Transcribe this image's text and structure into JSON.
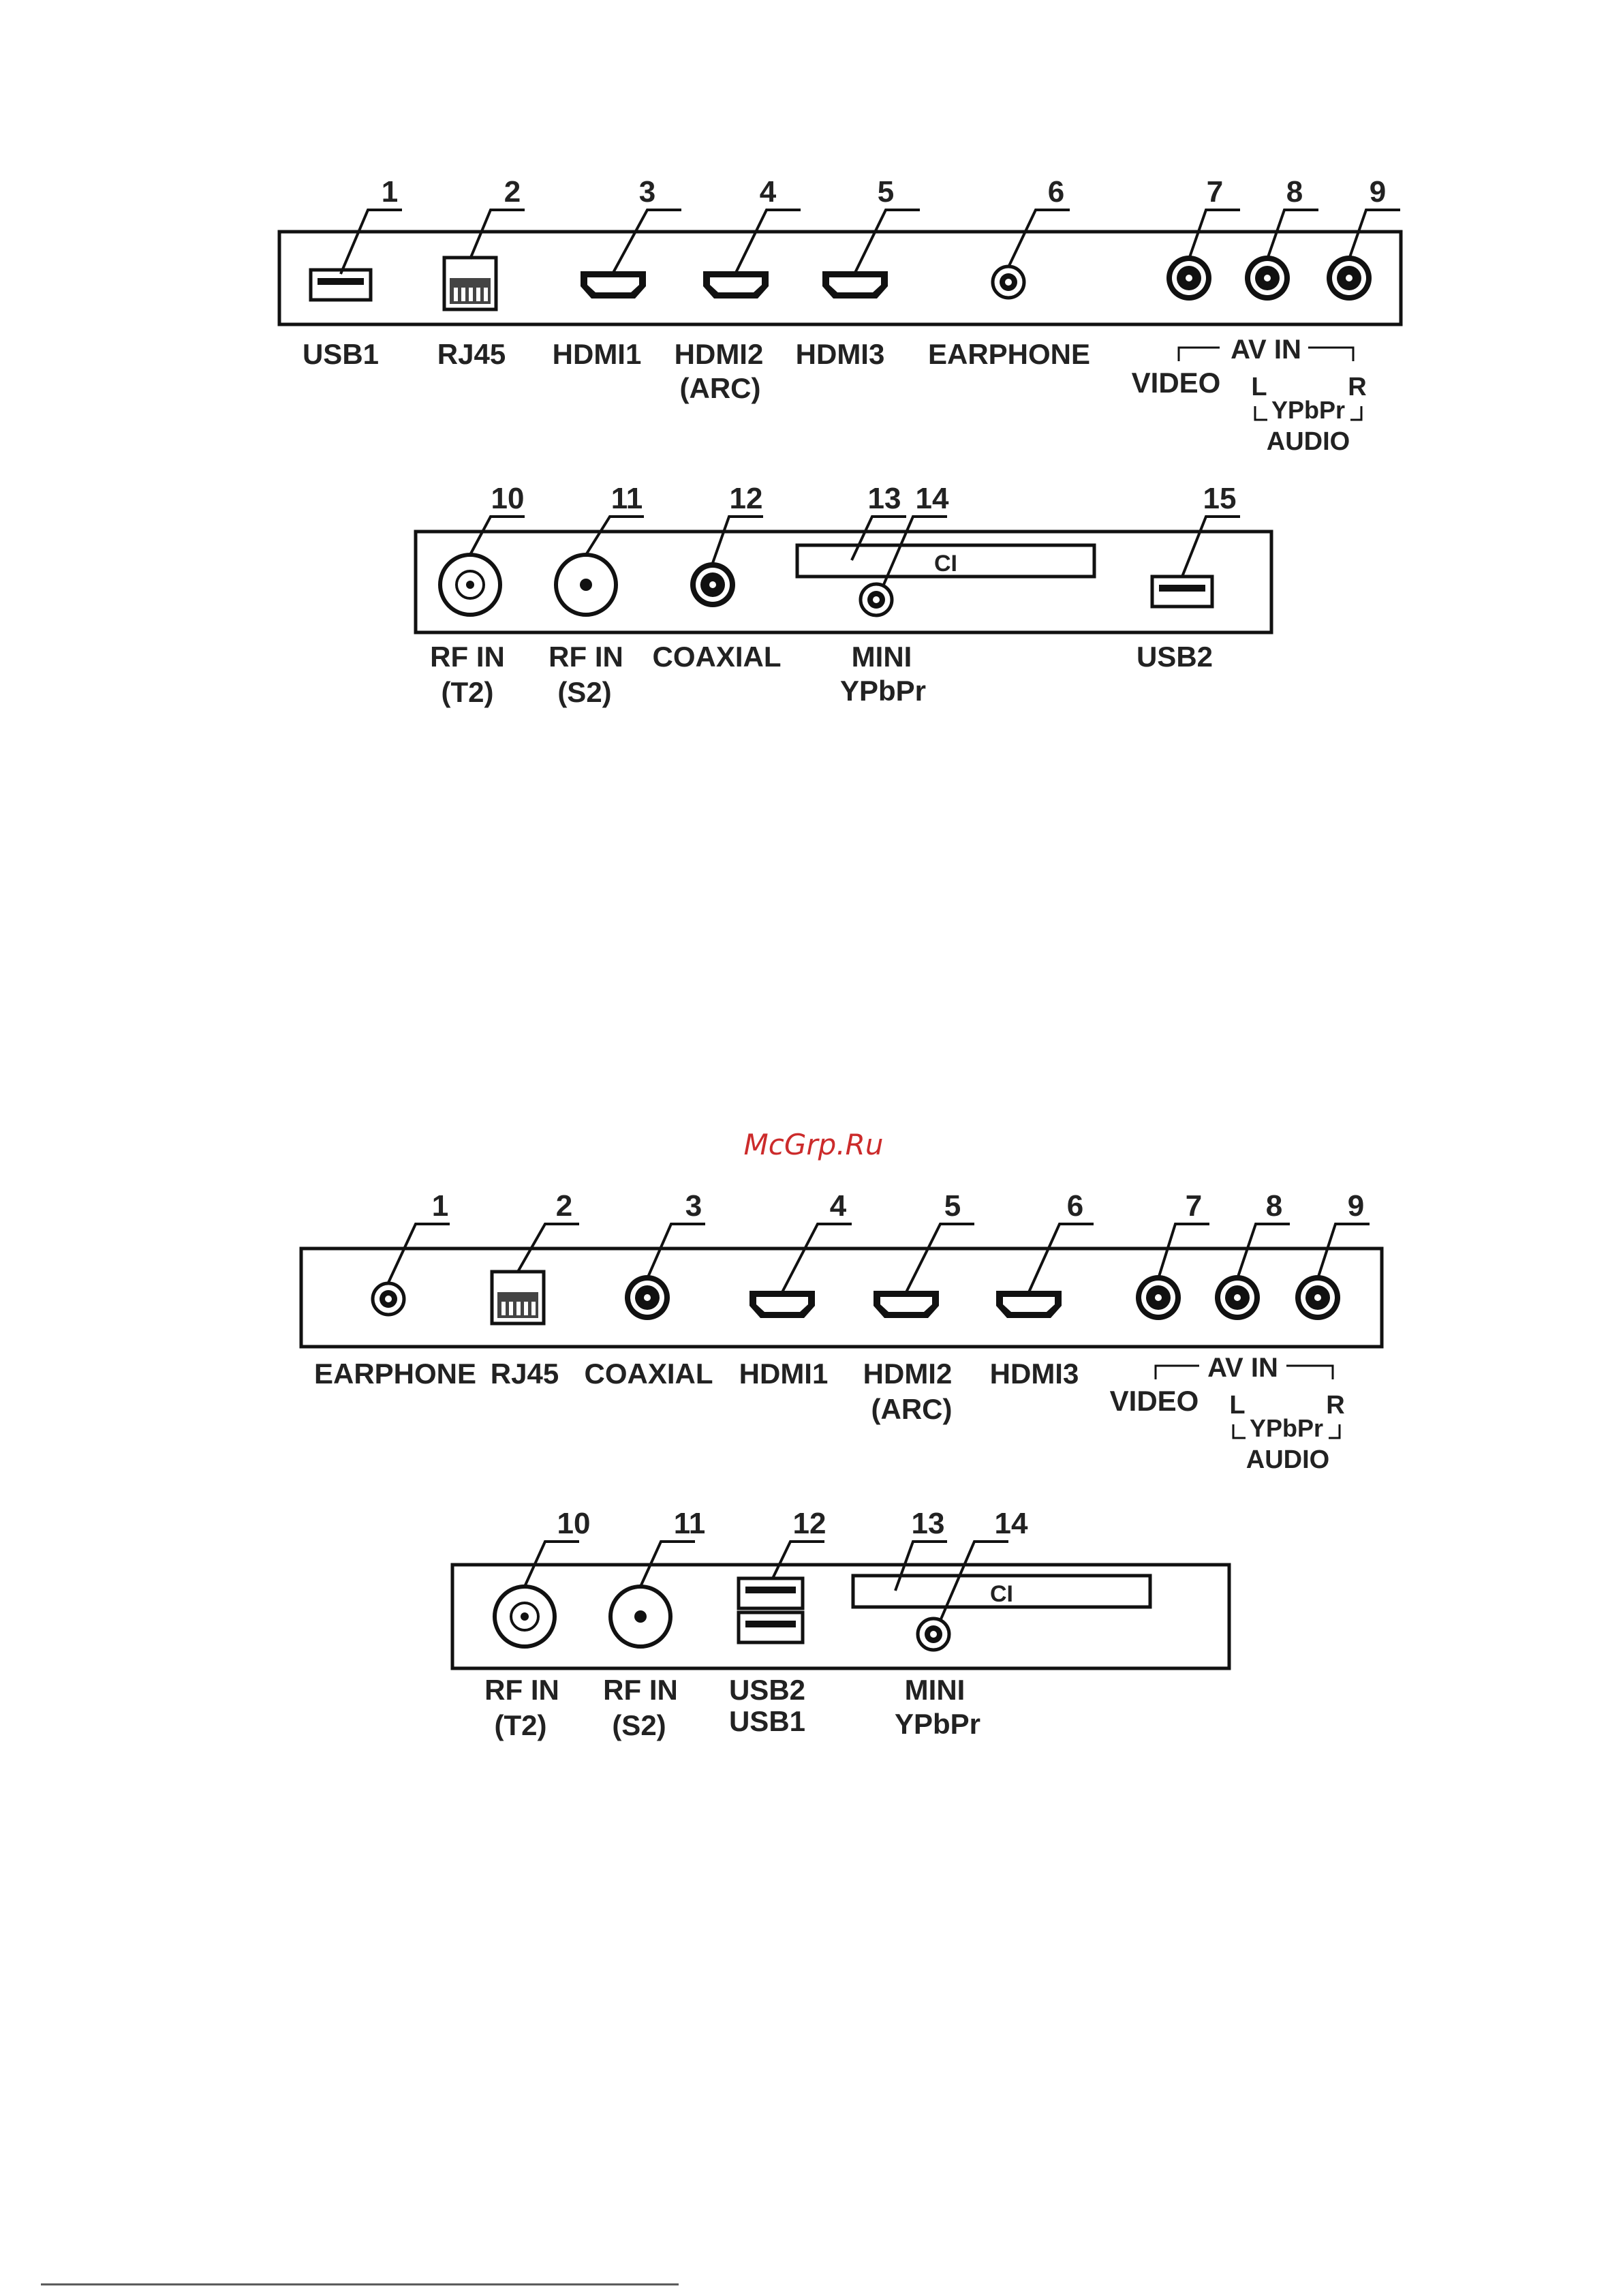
{
  "watermark": "McGrp.Ru",
  "panels": [
    {
      "id": "panel1-top",
      "numbers": [
        "1",
        "2",
        "3",
        "4",
        "5",
        "6",
        "7",
        "8",
        "9"
      ],
      "labels": {
        "usb1": "USB1",
        "rj45": "RJ45",
        "hdmi1": "HDMI1",
        "hdmi2": "HDMI2",
        "arc": "(ARC)",
        "hdmi3": "HDMI3",
        "earphone": "EARPHONE",
        "av_in": "AV IN",
        "video": "VIDEO",
        "l": "L",
        "r": "R",
        "ypbpr": "YPbPr",
        "audio": "AUDIO"
      }
    },
    {
      "id": "panel1-bottom",
      "numbers": [
        "10",
        "11",
        "12",
        "13",
        "14",
        "15"
      ],
      "labels": {
        "rf_in_1": "RF IN",
        "t2": "(T2)",
        "rf_in_2": "RF IN",
        "s2": "(S2)",
        "coaxial": "COAXIAL",
        "ci": "CI",
        "mini": "MINI",
        "mini_ypbpr": "YPbPr",
        "usb2": "USB2"
      }
    },
    {
      "id": "panel2-top",
      "numbers": [
        "1",
        "2",
        "3",
        "4",
        "5",
        "6",
        "7",
        "8",
        "9"
      ],
      "labels": {
        "earphone": "EARPHONE",
        "rj45": "RJ45",
        "coaxial": "COAXIAL",
        "hdmi1": "HDMI1",
        "hdmi2": "HDMI2",
        "arc": "(ARC)",
        "hdmi3": "HDMI3",
        "av_in": "AV IN",
        "video": "VIDEO",
        "l": "L",
        "r": "R",
        "ypbpr": "YPbPr",
        "audio": "AUDIO"
      }
    },
    {
      "id": "panel2-bottom",
      "numbers": [
        "10",
        "11",
        "12",
        "13",
        "14"
      ],
      "labels": {
        "rf_in_1": "RF IN",
        "t2": "(T2)",
        "rf_in_2": "RF IN",
        "s2": "(S2)",
        "usb2": "USB2",
        "usb1": "USB1",
        "ci": "CI",
        "mini": "MINI",
        "mini_ypbpr": "YPbPr"
      }
    }
  ]
}
